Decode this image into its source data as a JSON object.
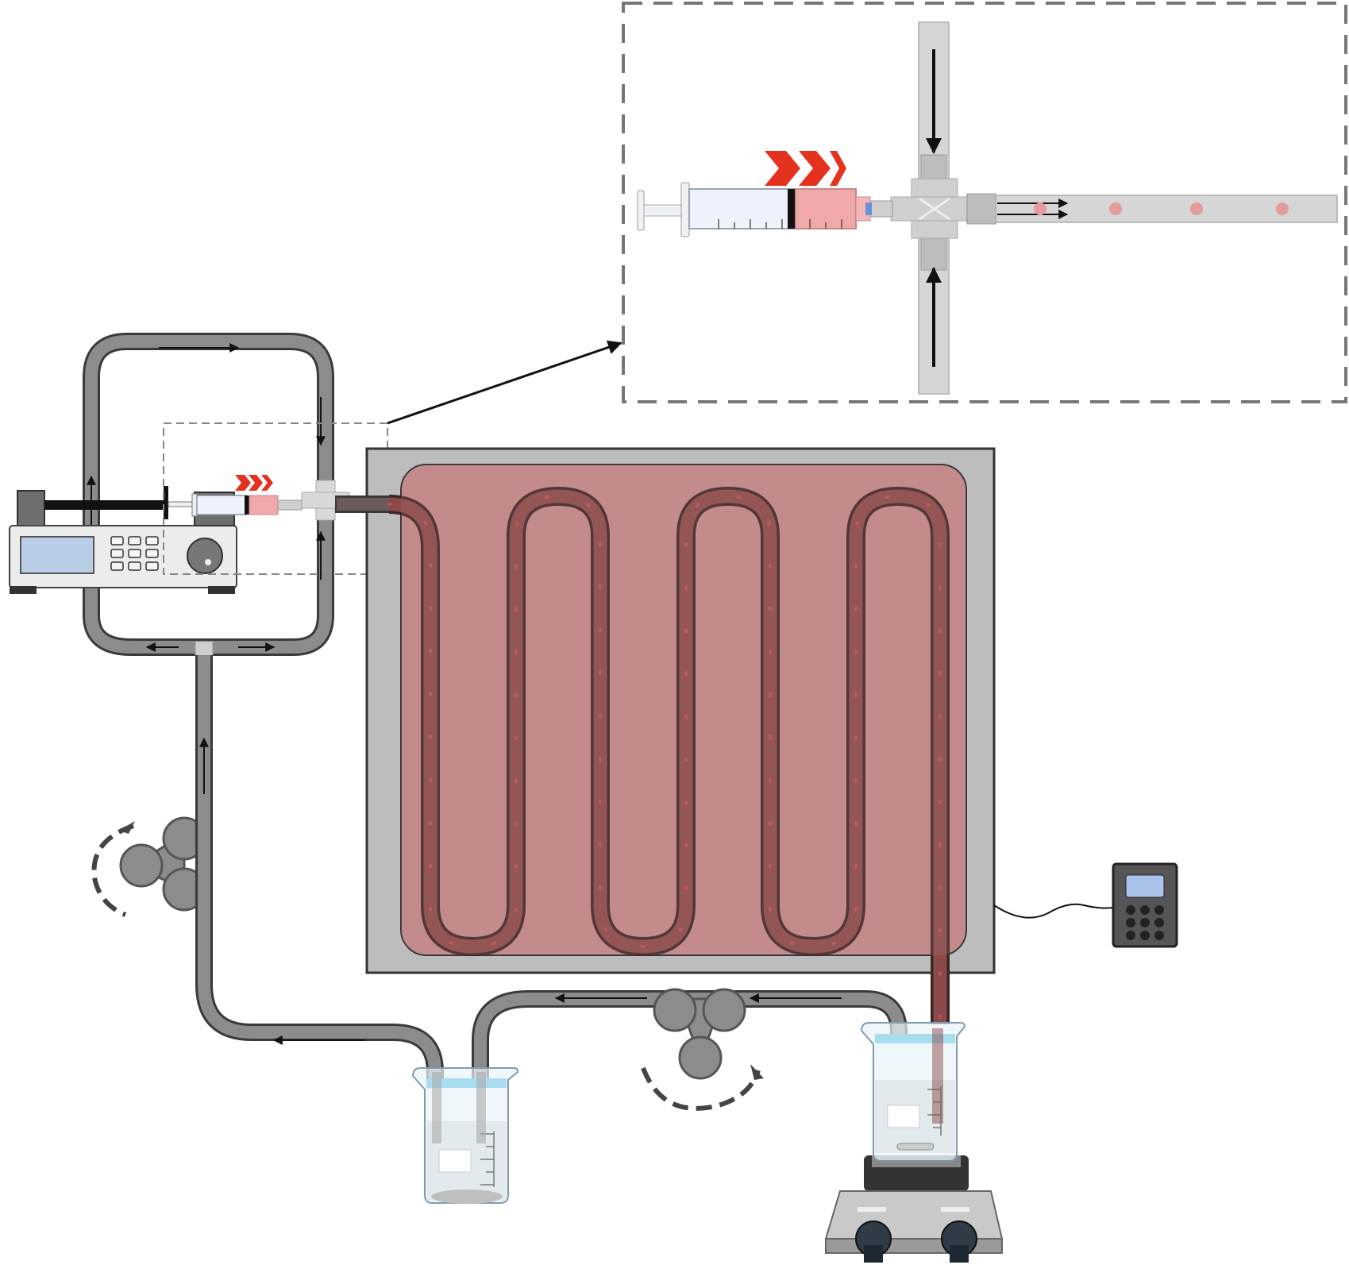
{
  "diagram": {
    "kind": "flow-reactor-schematic",
    "text_labels": [],
    "components": [
      {
        "id": "syringe-pump",
        "icon": "syringe-pump-icon"
      },
      {
        "id": "syringe-small",
        "icon": "syringe-icon"
      },
      {
        "id": "cross-junction",
        "icon": "cross-junction-icon"
      },
      {
        "id": "zoom-inset",
        "icon": "dashed-inset-frame"
      },
      {
        "id": "heating-bath",
        "icon": "water-bath-icon"
      },
      {
        "id": "serpentine-coil",
        "icon": "coil-tube-icon"
      },
      {
        "id": "temperature-controller",
        "icon": "controller-icon"
      },
      {
        "id": "peristaltic-pump-left",
        "icon": "peristaltic-pump-icon"
      },
      {
        "id": "peristaltic-pump-bottom",
        "icon": "peristaltic-pump-icon"
      },
      {
        "id": "beaker-left",
        "icon": "beaker-icon"
      },
      {
        "id": "beaker-right",
        "icon": "beaker-icon"
      },
      {
        "id": "hot-plate-stirrer",
        "icon": "hot-plate-icon"
      }
    ],
    "colors": {
      "tube": "#8c8c8c",
      "tube_outline": "#3a3a3a",
      "bath_frame": "#bdbdbd",
      "bath_fluid": "#c48b8b",
      "coil": "#8a4a4a",
      "droplet": "#b5525b",
      "chevron": "#e5321f",
      "water": "#a8dcef",
      "dashed": "#777777"
    }
  }
}
